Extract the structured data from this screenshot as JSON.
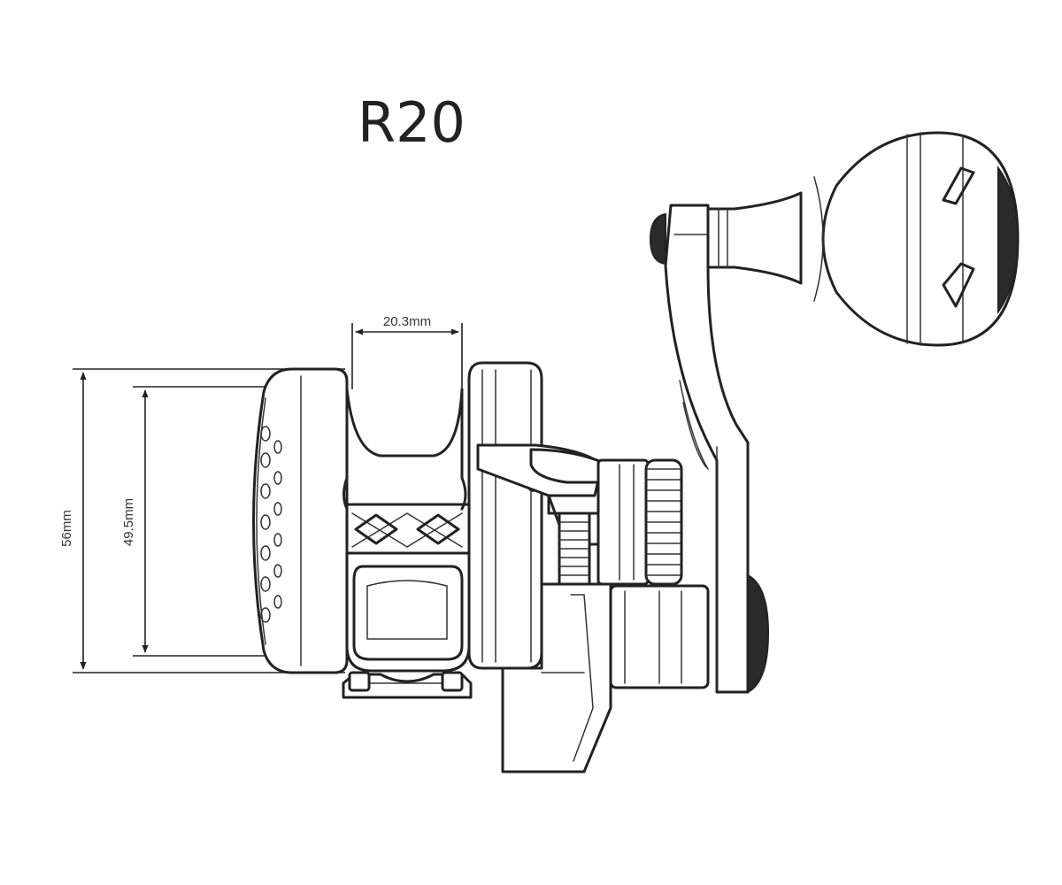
{
  "title": "R20",
  "dimensions": {
    "spool_width": "20.3mm",
    "outer_height": "56mm",
    "inner_height": "49.5mm"
  }
}
